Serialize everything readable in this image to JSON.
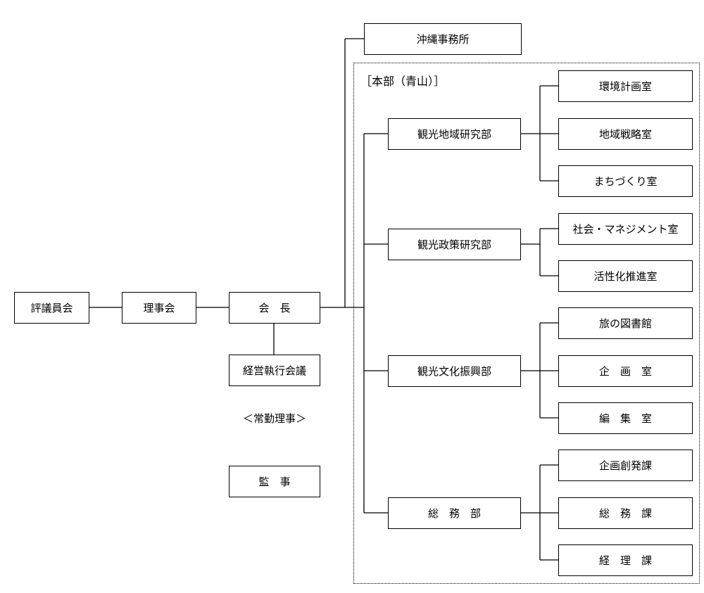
{
  "governance": {
    "council": "評議員会",
    "board": "理事会",
    "president": "会　長",
    "executive_meeting": "経営執行会議",
    "standing_directors": "＜常勤理事＞",
    "auditor": "監　事"
  },
  "okinawa_office": "沖縄事務所",
  "headquarters": {
    "label": "［本部（青山）］",
    "departments": [
      {
        "name": "観光地域研究部",
        "units": [
          "環境計画室",
          "地域戦略室",
          "まちづくり室"
        ]
      },
      {
        "name": "観光政策研究部",
        "units": [
          "社会・マネジメント室",
          "活性化推進室"
        ]
      },
      {
        "name": "観光文化振興部",
        "units": [
          "旅の図書館",
          "企　画　室",
          "編　集　室"
        ]
      },
      {
        "name": "総　務　部",
        "units": [
          "企画創発課",
          "総　務　課",
          "経　理　課"
        ]
      }
    ]
  }
}
